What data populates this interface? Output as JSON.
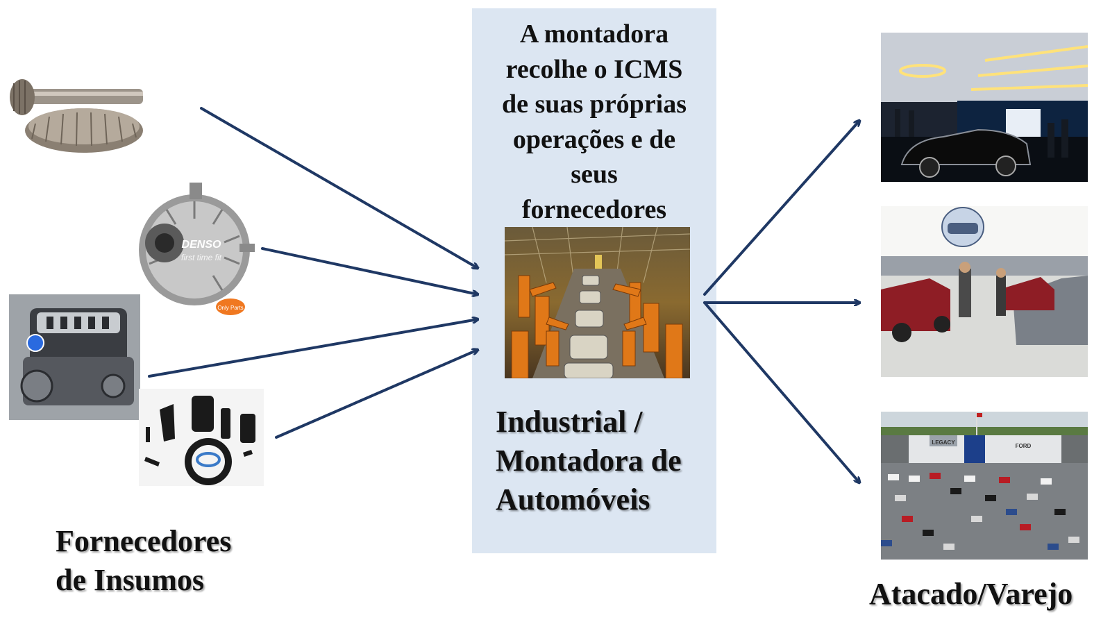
{
  "center": {
    "description_lines": [
      "A montadora",
      "recolhe o ICMS",
      "de suas próprias",
      "operações e de",
      "seus",
      "fornecedores"
    ],
    "stage_lines": [
      "Industrial /",
      "Montadora de",
      "Automóveis"
    ]
  },
  "suppliers": {
    "label_lines": [
      "Fornecedores",
      "de Insumos"
    ]
  },
  "retail": {
    "label": "Atacado/Varejo"
  },
  "images": {
    "alternator_brand": "DENSO",
    "alternator_watermark": "first time fit",
    "alternator_badge": "Only Parts",
    "dealer_building_sign": "LEGACY",
    "dealer_brand": "FORD"
  },
  "colors": {
    "arrow": "#1f3864",
    "panel": "#dce6f2"
  }
}
